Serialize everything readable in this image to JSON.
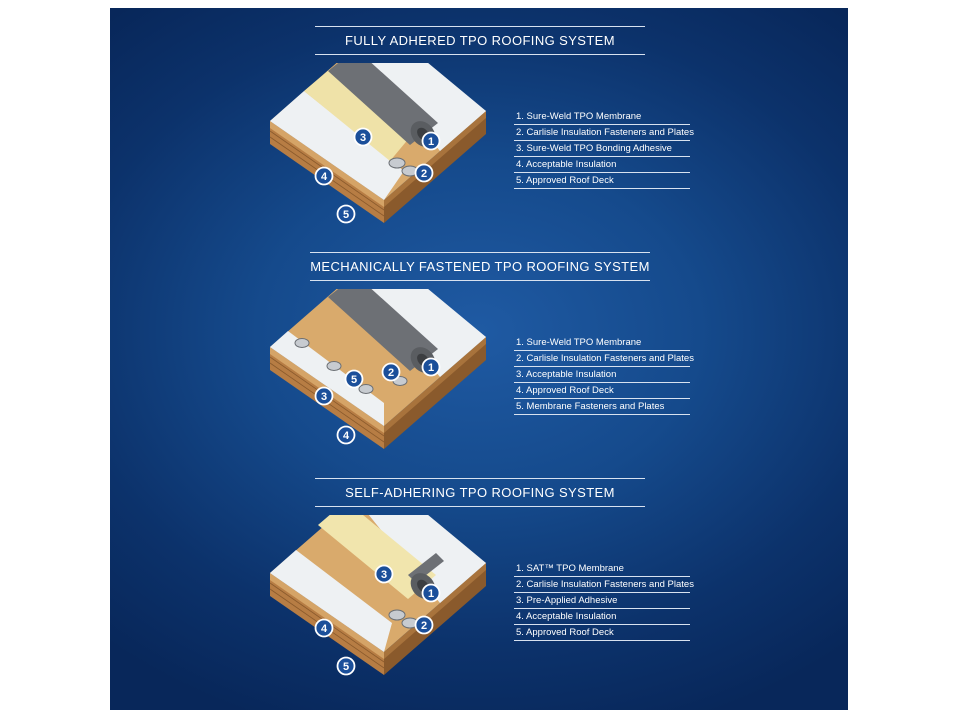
{
  "sections": [
    {
      "title": "FULLY ADHERED TPO ROOFING SYSTEM",
      "legend": [
        "1. Sure-Weld TPO Membrane",
        "2. Carlisle Insulation Fasteners and Plates",
        "3. Sure-Weld TPO Bonding Adhesive",
        "4. Acceptable Insulation",
        "5. Approved Roof Deck"
      ],
      "callouts": [
        "1",
        "2",
        "3",
        "4",
        "5"
      ]
    },
    {
      "title": "MECHANICALLY FASTENED TPO ROOFING SYSTEM",
      "legend": [
        "1. Sure-Weld TPO Membrane",
        "2. Carlisle Insulation Fasteners and Plates",
        "3. Acceptable Insulation",
        "4. Approved Roof Deck",
        "5. Membrane Fasteners and Plates"
      ],
      "callouts": [
        "1",
        "2",
        "3",
        "4",
        "5"
      ]
    },
    {
      "title": "SELF-ADHERING TPO ROOFING SYSTEM",
      "legend": [
        "1. SAT™ TPO Membrane",
        "2. Carlisle Insulation Fasteners and Plates",
        "3. Pre-Applied Adhesive",
        "4. Acceptable Insulation",
        "5. Approved Roof Deck"
      ],
      "callouts": [
        "1",
        "2",
        "3",
        "4",
        "5"
      ]
    }
  ],
  "colors": {
    "background": "#154a8c",
    "membrane": "#e9ecee",
    "roll": "#6b6e72",
    "adhesive": "#efe2a8",
    "insulation": "#d9aa6c",
    "deck": "#c0874d",
    "callout": "#1b4f9a"
  }
}
